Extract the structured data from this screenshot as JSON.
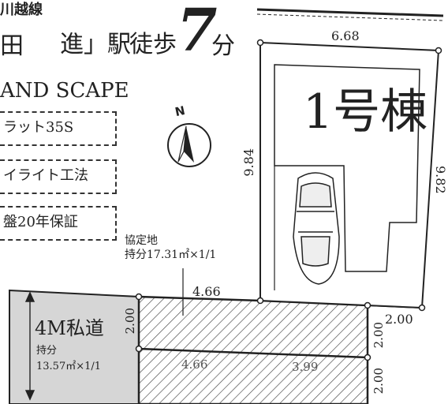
{
  "header": {
    "line_name": "川越線",
    "station": "進」駅",
    "station_prefix": "田",
    "walk_text": "徒歩",
    "walk_minutes": "7",
    "minute_unit": "分"
  },
  "brand": {
    "name": "AND SCAPE"
  },
  "features": [
    {
      "label": "ラット35S"
    },
    {
      "label": "イライト工法"
    },
    {
      "label": "盤20年保証"
    }
  ],
  "compass": {
    "letter": "N",
    "icon": "north-arrow-icon"
  },
  "lot": {
    "name": "1号棟",
    "top_width": "6.68",
    "left_depth": "9.84",
    "right_depth": "9.82"
  },
  "shared_land": {
    "title": "協定地",
    "share": "持分17.31㎡×1/1",
    "width_top": "4.66",
    "width_bottom_left": "4.66",
    "width_bottom_right": "3.99",
    "left_height": "2.00",
    "right_offset": "2.00",
    "right_height": "2.00",
    "bottom_height": "2.00"
  },
  "private_road": {
    "title": "4M私道",
    "share_label": "持分",
    "share": "13.57㎡×1/1"
  },
  "colors": {
    "line": "#222222",
    "road_fill": "#d6d6d6",
    "hatch": "#444444"
  }
}
